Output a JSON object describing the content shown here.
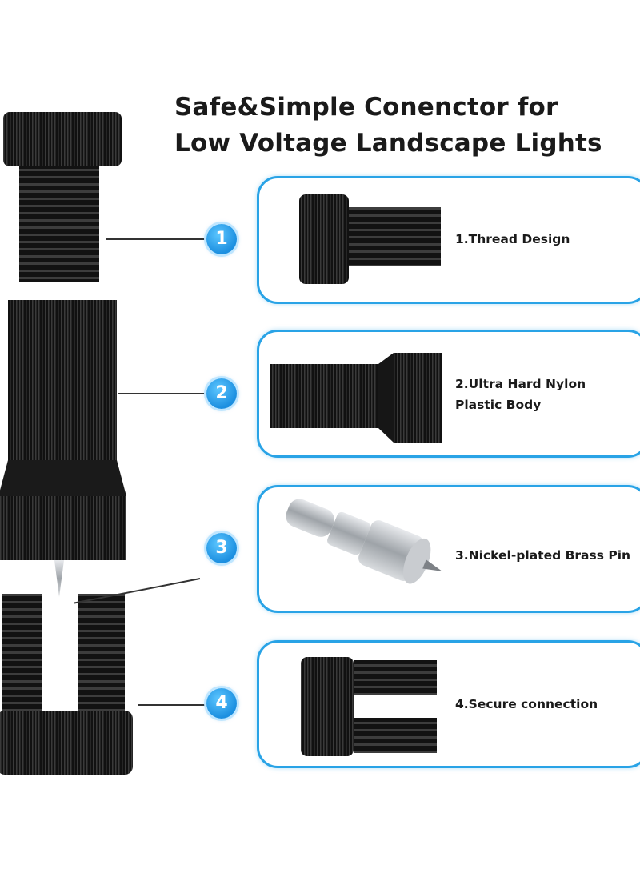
{
  "title": {
    "line1": "Safe&Simple Conenctor for",
    "line2": "Low Voltage Landscape Lights"
  },
  "features": [
    {
      "number": "1",
      "label_lines": [
        "1.Thread Design"
      ],
      "icon": "thread-screw-icon"
    },
    {
      "number": "2",
      "label_lines": [
        "2.Ultra Hard Nylon",
        "Plastic Body"
      ],
      "icon": "nylon-body-icon"
    },
    {
      "number": "3",
      "label_lines": [
        "3.Nickel-plated Brass Pin"
      ],
      "icon": "brass-pin-icon"
    },
    {
      "number": "4",
      "label_lines": [
        "4.Secure connection"
      ],
      "icon": "split-connector-icon"
    }
  ],
  "colors": {
    "accent": "#29a3e6",
    "badge": "#1c8fe0",
    "part": "#1b1b1b",
    "metal": "#b8bcc2"
  }
}
